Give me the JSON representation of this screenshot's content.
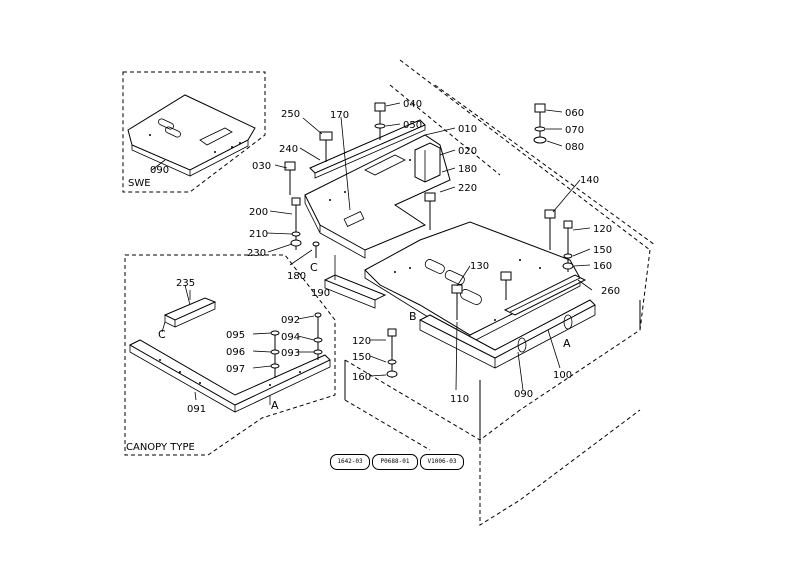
{
  "insets": {
    "swe_label": "SWE",
    "canopy_label": "CANOPY TYPE"
  },
  "callouts": {
    "p010": "010",
    "p020": "020",
    "p030": "030",
    "p040": "040",
    "p050": "050",
    "p060": "060",
    "p070": "070",
    "p080": "080",
    "p090_swe": "090",
    "p090": "090",
    "p091": "091",
    "p092": "092",
    "p093": "093",
    "p094": "094",
    "p095": "095",
    "p096": "096",
    "p097": "097",
    "p100": "100",
    "p110": "110",
    "p120_right": "120",
    "p120_left": "120",
    "p130": "130",
    "p140": "140",
    "p150_right": "150",
    "p150_left": "150",
    "p160_right": "160",
    "p160_left": "160",
    "p170": "170",
    "p180_top": "180",
    "p180_left": "180",
    "p190": "190",
    "p200": "200",
    "p210": "210",
    "p220": "220",
    "p230": "230",
    "p235": "235",
    "p240": "240",
    "p250": "250",
    "p260": "260"
  },
  "letters": {
    "a_canopy": "A",
    "a_right": "A",
    "b": "B",
    "c_canopy": "C",
    "c_main": "C"
  },
  "references": [
    "1642-03",
    "P0688-01",
    "V1006-03"
  ]
}
